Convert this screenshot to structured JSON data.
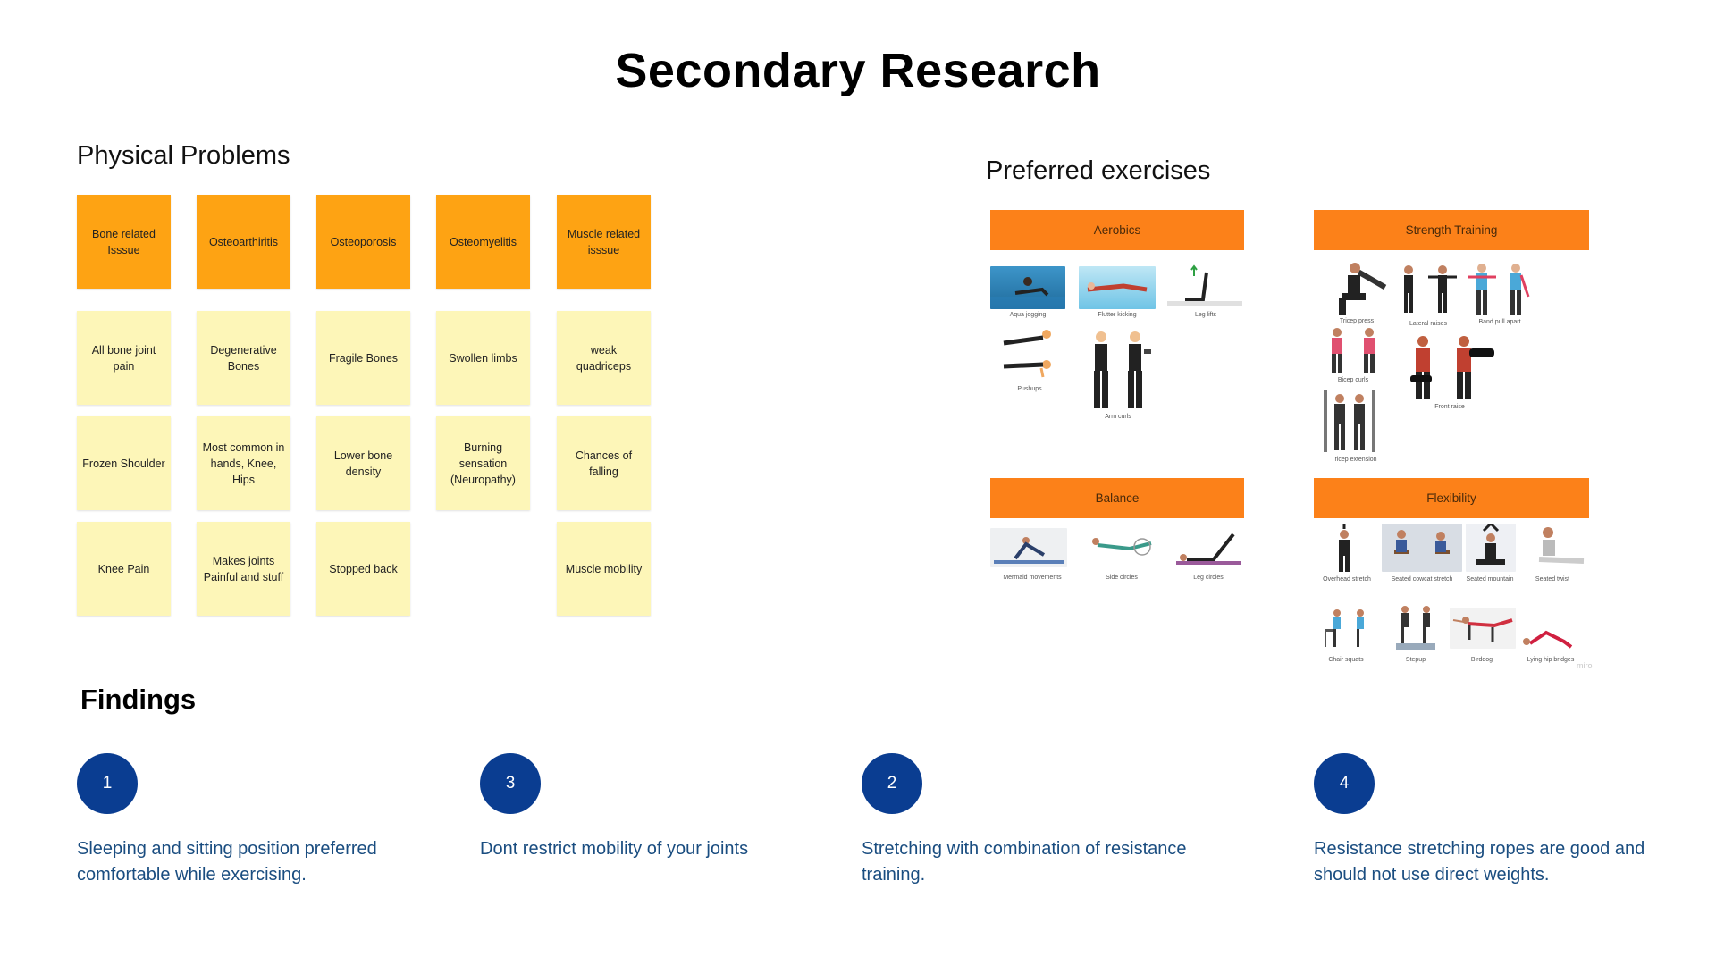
{
  "title": "Secondary Research",
  "physical_problems": {
    "title": "Physical Problems",
    "columns": [
      {
        "header": "Bone related Isssue",
        "items": [
          "All bone joint pain",
          "Frozen Shoulder",
          "Knee Pain"
        ]
      },
      {
        "header": "Osteoarthiritis",
        "items": [
          "Degenerative Bones",
          "Most common in hands, Knee, Hips",
          "Makes joints Painful and stuff"
        ]
      },
      {
        "header": "Osteoporosis",
        "items": [
          "Fragile Bones",
          "Lower bone density",
          "Stopped back"
        ]
      },
      {
        "header": "Osteomyelitis",
        "items": [
          "Swollen limbs",
          "Burning sensation (Neuropathy)"
        ]
      },
      {
        "header": "Muscle related isssue",
        "items": [
          "weak quadriceps",
          "Chances of falling",
          "Muscle mobility"
        ]
      }
    ]
  },
  "preferred_exercises": {
    "title": "Preferred exercises",
    "aerobics": {
      "label": "Aerobics",
      "captions": [
        "Aqua jogging",
        "Flutter kicking",
        "Leg lifts",
        "Pushups",
        "Arm curls"
      ]
    },
    "strength": {
      "label": "Strength Training",
      "captions": [
        "Tricep press",
        "Lateral raises",
        "Band pull apart",
        "Bicep curls",
        "Front raise",
        "Tricep extension"
      ]
    },
    "balance": {
      "label": "Balance",
      "captions": [
        "Mermaid movements",
        "Side circles",
        "Leg circles"
      ]
    },
    "flexibility": {
      "label": "Flexibility",
      "captions": [
        "Overhead stretch",
        "Seated cowcat stretch",
        "Seated mountain",
        "Seated twist",
        "Chair squats",
        "Stepup",
        "Birddog",
        "Lying hip bridges"
      ]
    },
    "watermark": "miro"
  },
  "findings": {
    "title": "Findings",
    "items": [
      {
        "number": "1",
        "text": "Sleeping and sitting position preferred comfortable while exercising."
      },
      {
        "number": "3",
        "text": "Dont restrict mobility of your joints"
      },
      {
        "number": "2",
        "text": "Stretching with combination of resistance training."
      },
      {
        "number": "4",
        "text": "Resistance stretching ropes are good and should not use direct weights."
      }
    ]
  },
  "colors": {
    "header_note": "#fea313",
    "body_note": "#fdf6b8",
    "exercise_header": "#fc8119",
    "finding_circle": "#0a3d91",
    "finding_text": "#1a4d80"
  }
}
